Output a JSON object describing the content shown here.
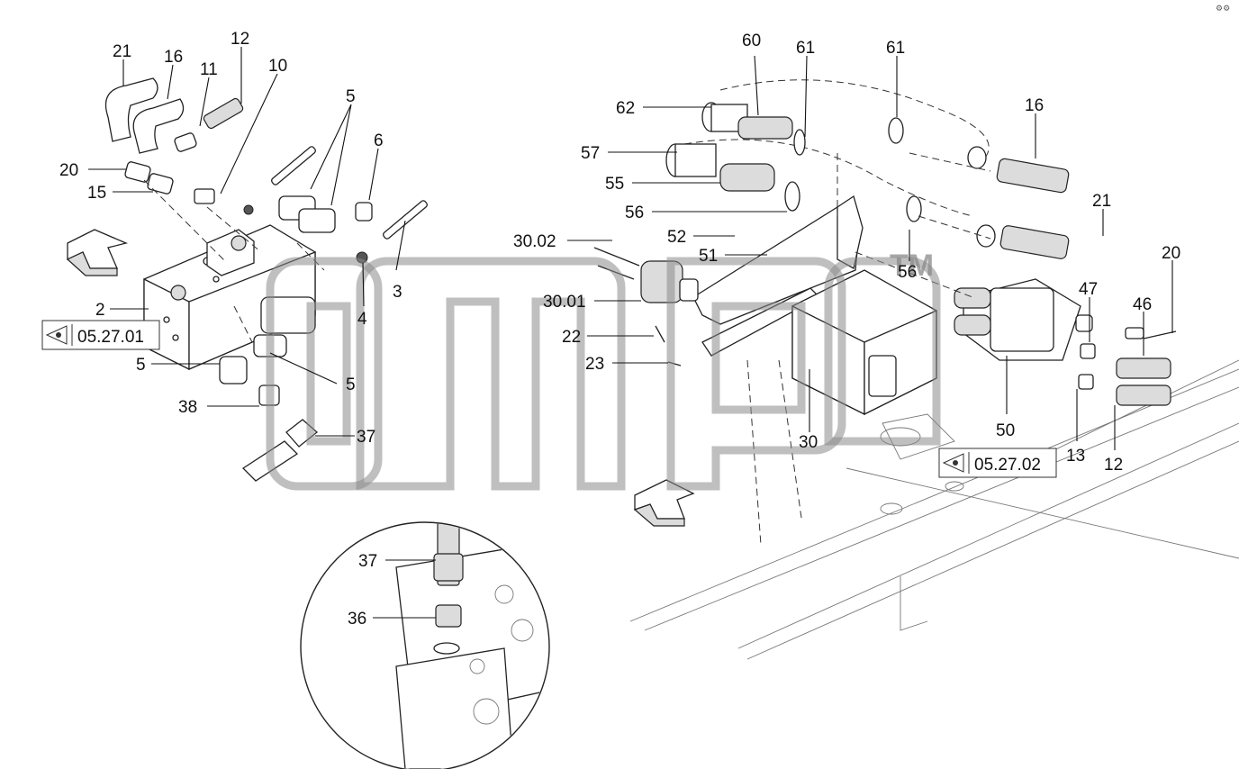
{
  "diagram": {
    "corner_mark": "⚙⚙",
    "watermark": {
      "brand": "omp",
      "trademark": "TM"
    },
    "reference_boxes": [
      {
        "id": "ref-left",
        "label": "05.27.01"
      },
      {
        "id": "ref-right",
        "label": "05.27.02"
      }
    ],
    "callouts": [
      {
        "id": "c21a",
        "text": "21"
      },
      {
        "id": "c16a",
        "text": "16"
      },
      {
        "id": "c12a",
        "text": "12"
      },
      {
        "id": "c11",
        "text": "11"
      },
      {
        "id": "c10",
        "text": "10"
      },
      {
        "id": "c5a",
        "text": "5"
      },
      {
        "id": "c6",
        "text": "6"
      },
      {
        "id": "c20a",
        "text": "20"
      },
      {
        "id": "c15",
        "text": "15"
      },
      {
        "id": "c3",
        "text": "3"
      },
      {
        "id": "c2",
        "text": "2"
      },
      {
        "id": "c4",
        "text": "4"
      },
      {
        "id": "c5b",
        "text": "5"
      },
      {
        "id": "c5c",
        "text": "5"
      },
      {
        "id": "c38",
        "text": "38"
      },
      {
        "id": "c37a",
        "text": "37"
      },
      {
        "id": "c60",
        "text": "60"
      },
      {
        "id": "c61a",
        "text": "61"
      },
      {
        "id": "c61b",
        "text": "61"
      },
      {
        "id": "c62",
        "text": "62"
      },
      {
        "id": "c57",
        "text": "57"
      },
      {
        "id": "c55",
        "text": "55"
      },
      {
        "id": "c56a",
        "text": "56"
      },
      {
        "id": "c16b",
        "text": "16"
      },
      {
        "id": "c21b",
        "text": "21"
      },
      {
        "id": "c3002",
        "text": "30.02"
      },
      {
        "id": "c52",
        "text": "52"
      },
      {
        "id": "c51",
        "text": "51"
      },
      {
        "id": "c56b",
        "text": "56"
      },
      {
        "id": "c20b",
        "text": "20"
      },
      {
        "id": "c47",
        "text": "47"
      },
      {
        "id": "c46",
        "text": "46"
      },
      {
        "id": "c3001",
        "text": "30.01"
      },
      {
        "id": "c22",
        "text": "22"
      },
      {
        "id": "c23",
        "text": "23"
      },
      {
        "id": "c30",
        "text": "30"
      },
      {
        "id": "c50",
        "text": "50"
      },
      {
        "id": "c13",
        "text": "13"
      },
      {
        "id": "c12b",
        "text": "12"
      },
      {
        "id": "c37b",
        "text": "37"
      },
      {
        "id": "c36",
        "text": "36"
      }
    ]
  }
}
